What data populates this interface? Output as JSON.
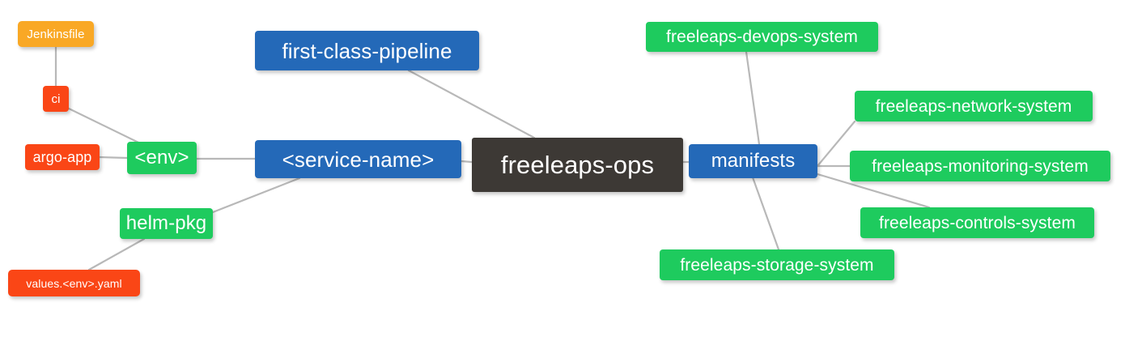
{
  "diagram": {
    "title": "freeleaps-ops mind map",
    "background": "#ffffff",
    "edge_color": "#b8b8b8",
    "palette": {
      "root": "#3d3935",
      "blue": "#2469b8",
      "green": "#1ecb5e",
      "orange": "#f9a825",
      "red": "#fa4616",
      "text": "#ffffff"
    }
  },
  "nodes": {
    "root": {
      "label": "freeleaps-ops",
      "color": "#3d3935"
    },
    "first_class_pipeline": {
      "label": "first-class-pipeline",
      "color": "#2469b8"
    },
    "service_name": {
      "label": "<service-name>",
      "color": "#2469b8"
    },
    "manifests": {
      "label": "manifests",
      "color": "#2469b8"
    },
    "env": {
      "label": "<env>",
      "color": "#1ecb5e"
    },
    "helm_pkg": {
      "label": "helm-pkg",
      "color": "#1ecb5e"
    },
    "jenkinsfile": {
      "label": "Jenkinsfile",
      "color": "#f9a825"
    },
    "ci": {
      "label": "ci",
      "color": "#fa4616"
    },
    "argo_app": {
      "label": "argo-app",
      "color": "#fa4616"
    },
    "values_yaml": {
      "label": "values.<env>.yaml",
      "color": "#fa4616"
    },
    "devops_system": {
      "label": "freeleaps-devops-system",
      "color": "#1ecb5e"
    },
    "network_system": {
      "label": "freeleaps-network-system",
      "color": "#1ecb5e"
    },
    "monitoring_system": {
      "label": "freeleaps-monitoring-system",
      "color": "#1ecb5e"
    },
    "controls_system": {
      "label": "freeleaps-controls-system",
      "color": "#1ecb5e"
    },
    "storage_system": {
      "label": "freeleaps-storage-system",
      "color": "#1ecb5e"
    }
  },
  "edges": [
    {
      "from": "root",
      "to": "first_class_pipeline"
    },
    {
      "from": "root",
      "to": "service_name"
    },
    {
      "from": "root",
      "to": "manifests"
    },
    {
      "from": "service_name",
      "to": "env"
    },
    {
      "from": "service_name",
      "to": "helm_pkg"
    },
    {
      "from": "env",
      "to": "ci"
    },
    {
      "from": "env",
      "to": "argo_app"
    },
    {
      "from": "ci",
      "to": "jenkinsfile"
    },
    {
      "from": "helm_pkg",
      "to": "values_yaml"
    },
    {
      "from": "manifests",
      "to": "devops_system"
    },
    {
      "from": "manifests",
      "to": "network_system"
    },
    {
      "from": "manifests",
      "to": "monitoring_system"
    },
    {
      "from": "manifests",
      "to": "controls_system"
    },
    {
      "from": "manifests",
      "to": "storage_system"
    }
  ]
}
